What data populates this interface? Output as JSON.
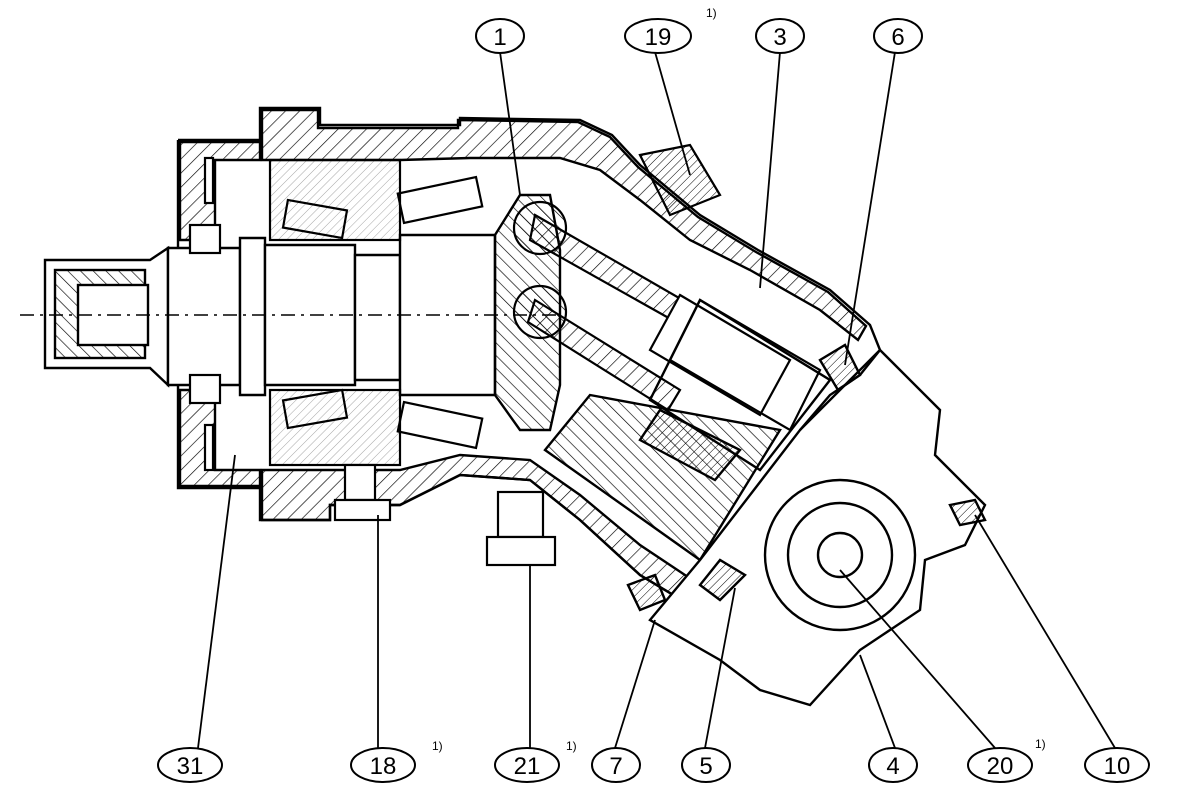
{
  "callouts": [
    {
      "id": "c1",
      "label": "1"
    },
    {
      "id": "c19",
      "label": "19",
      "note": "1)"
    },
    {
      "id": "c3",
      "label": "3"
    },
    {
      "id": "c6",
      "label": "6"
    },
    {
      "id": "c31",
      "label": "31"
    },
    {
      "id": "c18",
      "label": "18",
      "note": "1)"
    },
    {
      "id": "c21",
      "label": "21",
      "note": "1)"
    },
    {
      "id": "c7",
      "label": "7"
    },
    {
      "id": "c5",
      "label": "5"
    },
    {
      "id": "c4",
      "label": "4"
    },
    {
      "id": "c20",
      "label": "20",
      "note": "1)"
    },
    {
      "id": "c10",
      "label": "10"
    }
  ]
}
